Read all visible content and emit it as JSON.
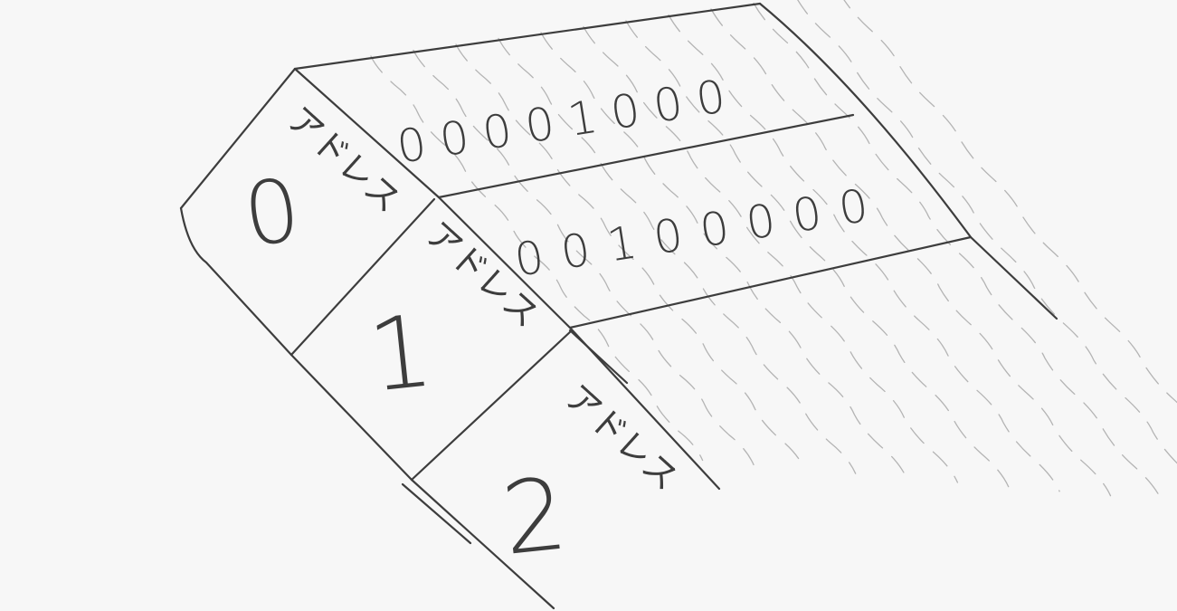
{
  "memory_diagram": {
    "cells": [
      {
        "label": "アドレス",
        "address": "0",
        "bits": "00001000"
      },
      {
        "label": "アドレス",
        "address": "1",
        "bits": "00100000"
      },
      {
        "label": "アドレス",
        "address": "2",
        "bits": ""
      }
    ]
  }
}
